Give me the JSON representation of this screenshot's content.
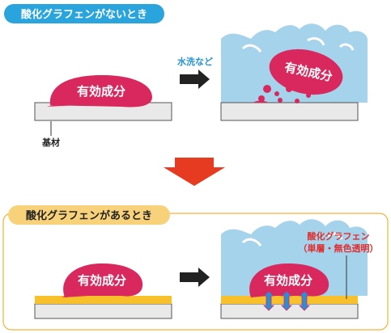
{
  "top_header": {
    "label": "酸化グラフェンがないとき",
    "bg": "#2aa4dc"
  },
  "bottom_header": {
    "label": "酸化グラフェンがあるとき",
    "bg": "#f8d27a",
    "border": "#f3b237"
  },
  "top_scene": {
    "before_blob_label": "有効成分",
    "action_label": "水洗など",
    "after_blob_label": "有効成分",
    "substrate_label": "基材"
  },
  "bottom_scene": {
    "before_blob_label": "有効成分",
    "after_blob_label": "有効成分",
    "graphene_label_line1": "酸化グラフェン",
    "graphene_label_line2": "（単層・無色透明）"
  },
  "colors": {
    "blob": "#d8285d",
    "water": "#a6d3ec",
    "substrate": "#e9e9e9",
    "graphene_layer": "#f8c02a",
    "transition_arrow": "#e63a21",
    "action_label": "#2493d3",
    "graphene_label": "#e22b2b",
    "up_down_arrow": "#2a8fd6"
  },
  "icons": [
    "right-arrow-icon",
    "down-arrow-icon",
    "up-down-arrow-icon"
  ]
}
